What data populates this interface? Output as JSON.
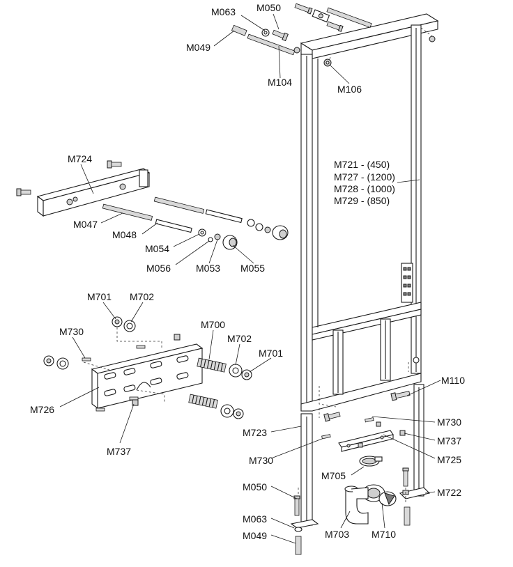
{
  "labels": {
    "M063_top": "M063",
    "M050_top": "M050",
    "M049_top": "M049",
    "M104": "M104",
    "M106": "M106",
    "M724": "M724",
    "M047": "M047",
    "M048": "M048",
    "M054": "M054",
    "M056": "M056",
    "M053": "M053",
    "M055": "M055",
    "frame_1": "M721 - (450)",
    "frame_2": "M727 - (1200)",
    "frame_3": "M728 - (1000)",
    "frame_4": "M729 - (850)",
    "M701_a": "M701",
    "M702_a": "M702",
    "M730_a": "M730",
    "M700": "M700",
    "M702_b": "M702",
    "M701_b": "M701",
    "M726": "M726",
    "M737_a": "M737",
    "M110": "M110",
    "M730_b": "M730",
    "M737_b": "M737",
    "M723": "M723",
    "M725": "M725",
    "M730_c": "M730",
    "M705": "M705",
    "M050_bot": "M050",
    "M722": "M722",
    "M063_bot": "M063",
    "M703": "M703",
    "M710": "M710",
    "M049_bot": "M049"
  }
}
